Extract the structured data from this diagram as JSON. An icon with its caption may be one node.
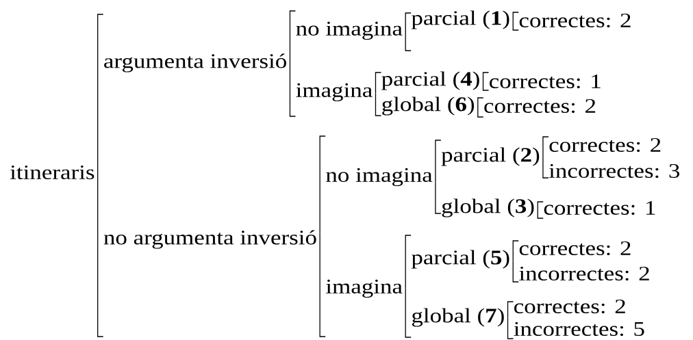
{
  "diagram": {
    "nodes": [
      {
        "text": [
          "itineraris"
        ]
      },
      {
        "text": [
          "argumenta inversió"
        ]
      },
      {
        "text": [
          "no imagina"
        ]
      },
      {
        "text": [
          "parcial (**1**)"
        ]
      },
      {
        "text": [
          "correctes: 2"
        ]
      },
      {
        "text": [
          "imagina"
        ]
      },
      {
        "text": [
          "parcial (**4**)"
        ]
      },
      {
        "text": [
          "correctes: 1"
        ]
      },
      {
        "text": [
          "global (**6**)"
        ]
      },
      {
        "text": [
          "correctes: 2"
        ]
      },
      {
        "text": [
          "no argumenta inversió"
        ]
      },
      {
        "text": [
          "no imagina"
        ]
      },
      {
        "text": [
          "parcial (**2**)"
        ]
      },
      {
        "text": [
          "correctes: 2"
        ]
      },
      {
        "text": [
          "incorrectes: 3"
        ]
      },
      {
        "text": [
          "global (**3**)"
        ]
      },
      {
        "text": [
          "correctes: 1"
        ]
      },
      {
        "text": [
          "imagina"
        ]
      },
      {
        "text": [
          "parcial (**5**)"
        ]
      },
      {
        "text": [
          "correctes: 2"
        ]
      },
      {
        "text": [
          "incorrectes: 2"
        ]
      },
      {
        "text": [
          "global (**7**)"
        ]
      },
      {
        "text": [
          "correctes: 2"
        ]
      },
      {
        "text": [
          "incorrectes: 5"
        ]
      }
    ],
    "edges": [
      {
        "from": 0,
        "to": 1,
        "arrow": "none"
      },
      {
        "from": 0,
        "to": 10,
        "arrow": "none"
      },
      {
        "from": 1,
        "to": 2,
        "arrow": "none"
      },
      {
        "from": 1,
        "to": 5,
        "arrow": "none"
      },
      {
        "from": 2,
        "to": 3,
        "arrow": "none"
      },
      {
        "from": 3,
        "to": 4,
        "arrow": "none"
      },
      {
        "from": 5,
        "to": 6,
        "arrow": "none"
      },
      {
        "from": 5,
        "to": 8,
        "arrow": "none"
      },
      {
        "from": 6,
        "to": 7,
        "arrow": "none"
      },
      {
        "from": 8,
        "to": 9,
        "arrow": "none"
      },
      {
        "from": 10,
        "to": 11,
        "arrow": "none"
      },
      {
        "from": 10,
        "to": 17,
        "arrow": "none"
      },
      {
        "from": 11,
        "to": 12,
        "arrow": "none"
      },
      {
        "from": 11,
        "to": 15,
        "arrow": "none"
      },
      {
        "from": 12,
        "to": 13,
        "arrow": "none"
      },
      {
        "from": 12,
        "to": 14,
        "arrow": "none"
      },
      {
        "from": 15,
        "to": 16,
        "arrow": "none"
      },
      {
        "from": 17,
        "to": 18,
        "arrow": "none"
      },
      {
        "from": 17,
        "to": 21,
        "arrow": "none"
      },
      {
        "from": 18,
        "to": 19,
        "arrow": "none"
      },
      {
        "from": 18,
        "to": 20,
        "arrow": "none"
      },
      {
        "from": 21,
        "to": 22,
        "arrow": "none"
      },
      {
        "from": 21,
        "to": 23,
        "arrow": "none"
      }
    ]
  }
}
